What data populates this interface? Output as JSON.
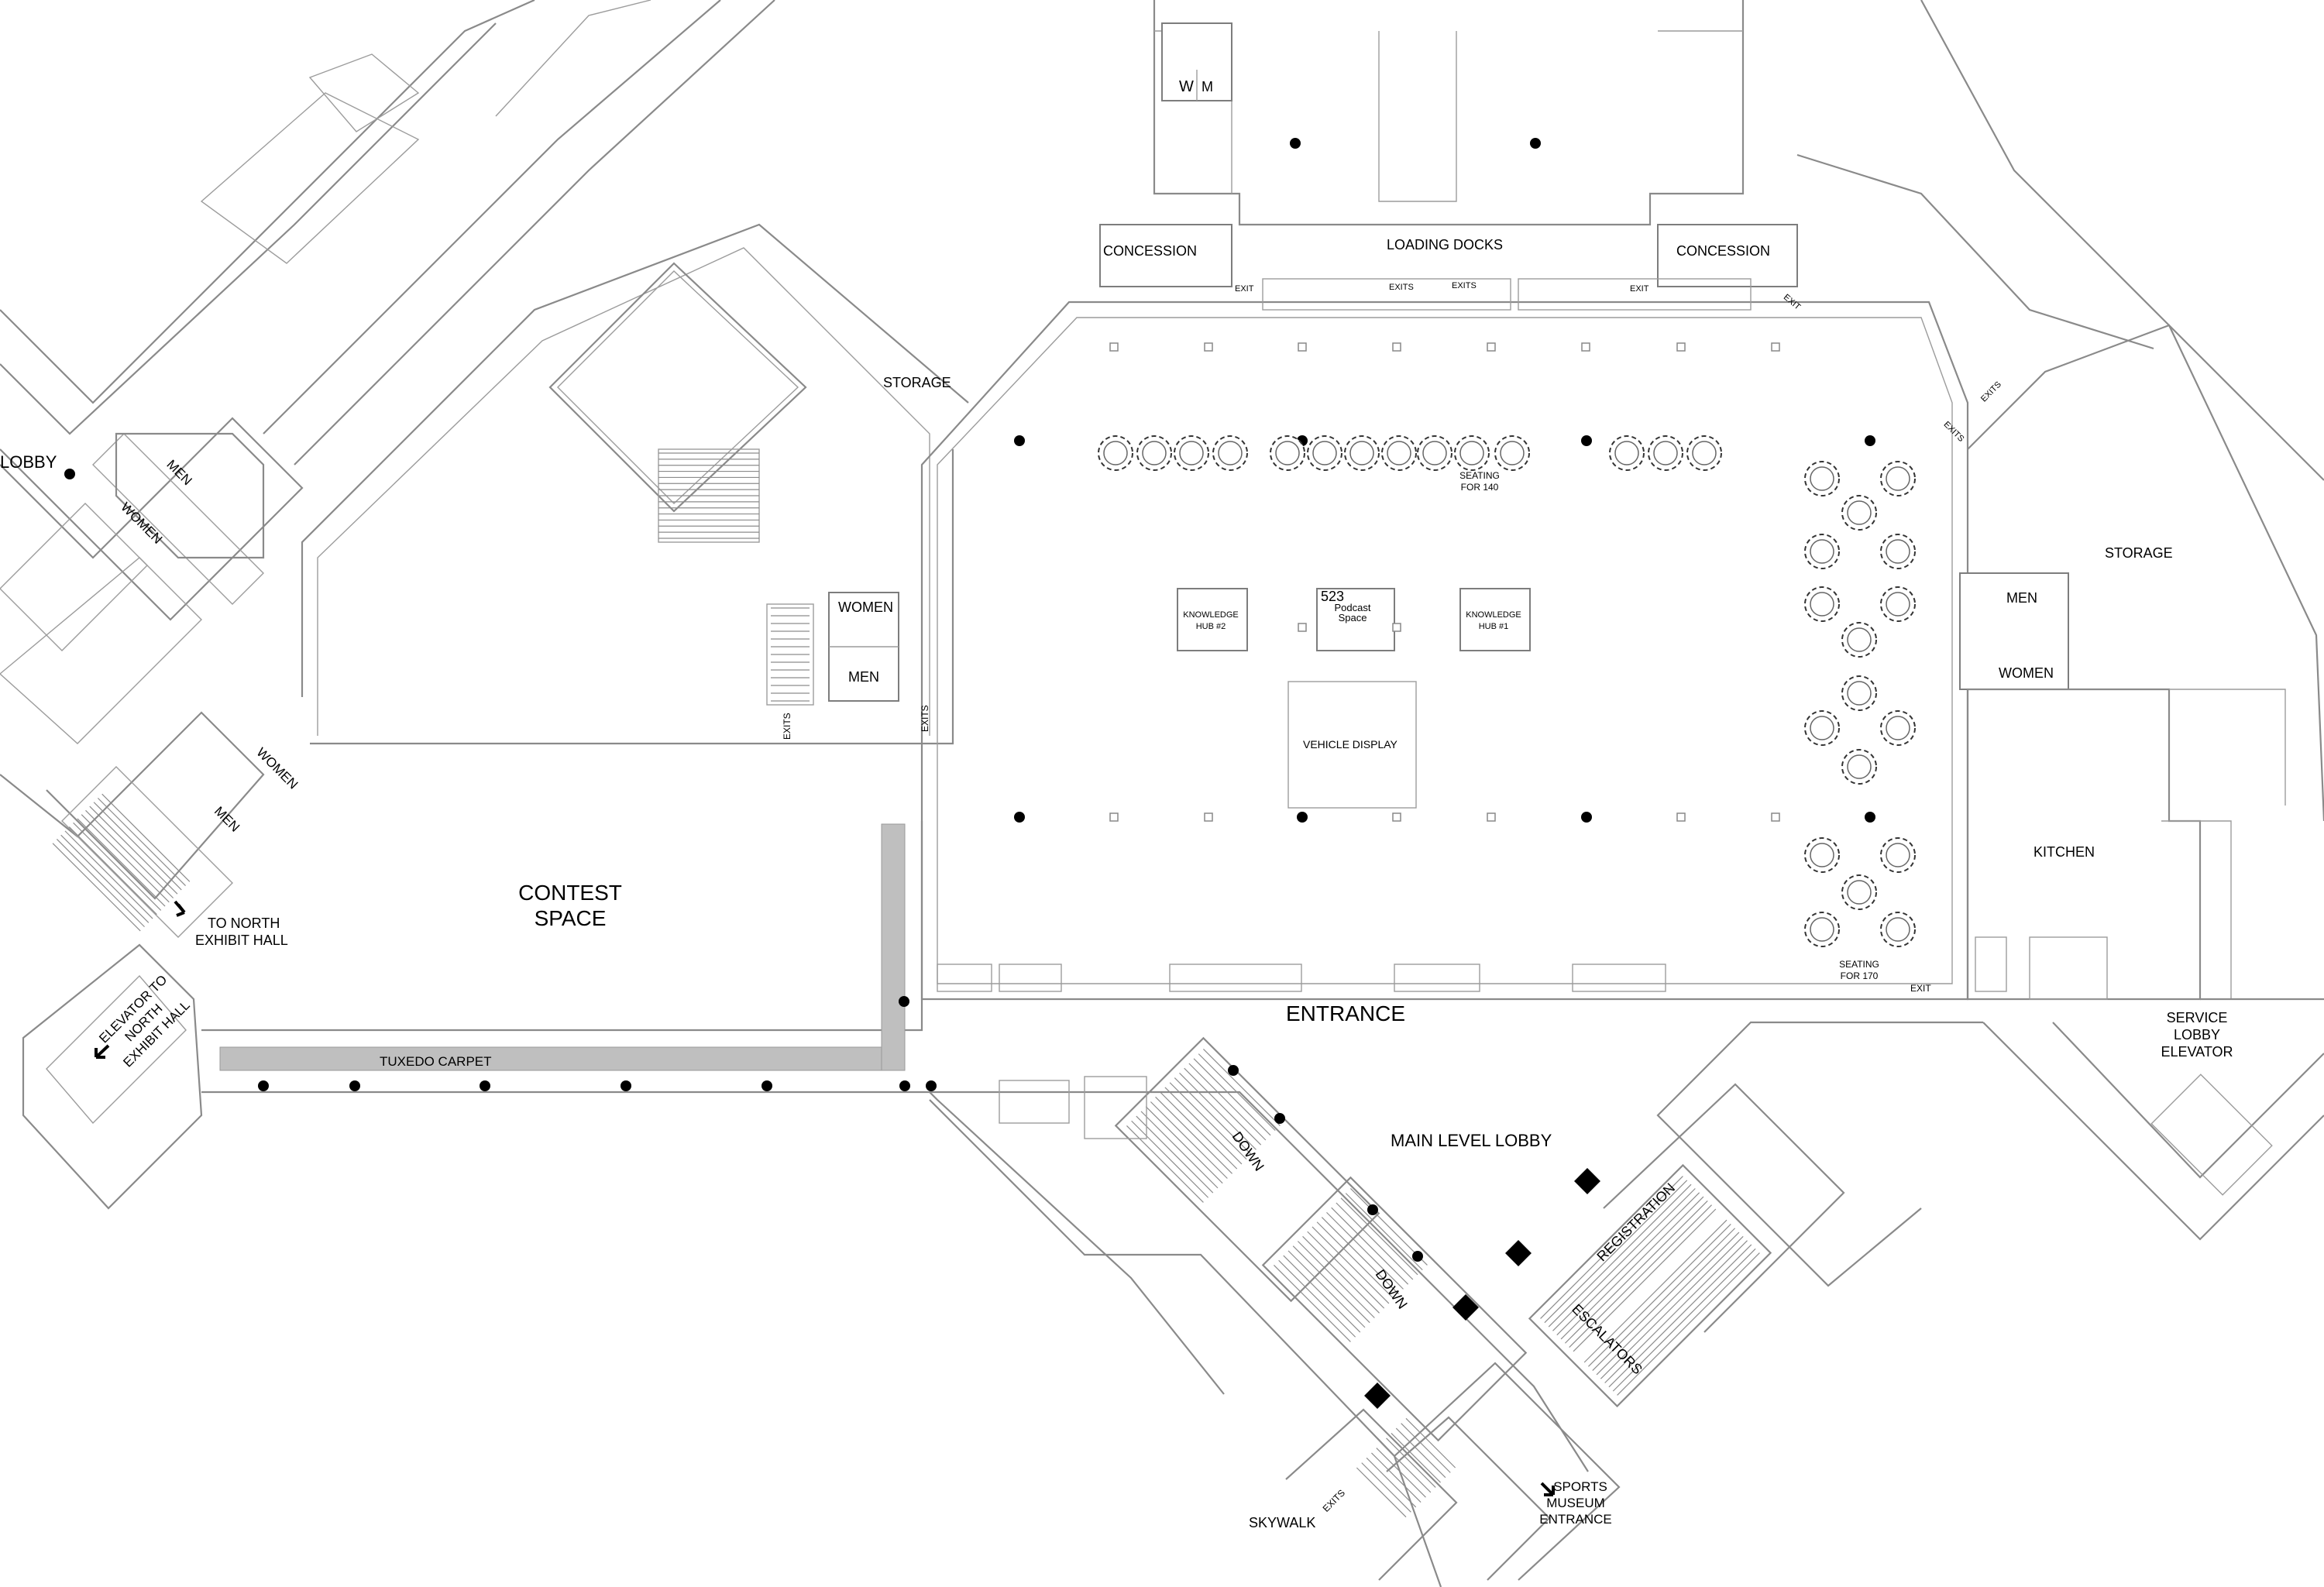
{
  "labels": {
    "lobby": "LOBBY",
    "men_nw": "MEN",
    "women_nw": "WOMEN",
    "women_w": "WOMEN",
    "men_w": "MEN",
    "to_north_exhibit": "TO NORTH\nEXHIBIT HALL",
    "elevator_north": "ELEVATOR TO\nNORTH\nEXHIBIT HALL",
    "contest_space": "CONTEST\nSPACE",
    "tuxedo_carpet": "TUXEDO CARPET",
    "storage_left": "STORAGE",
    "women_center": "WOMEN",
    "men_center": "MEN",
    "exits_left1": "EXITS",
    "exits_left2": "EXITS",
    "restroom_w": "W",
    "restroom_m": "M",
    "concession_left": "CONCESSION",
    "concession_right": "CONCESSION",
    "loading_docks": "LOADING DOCKS",
    "exit_top1": "EXIT",
    "exits_top2": "EXITS",
    "exits_top3": "EXITS",
    "exit_top4": "EXIT",
    "exit_top5": "EXIT",
    "exits_right": "EXITS",
    "exits_right2": "EXITS",
    "seating_140": "SEATING\nFOR 140",
    "knowledge_hub_2": "KNOWLEDGE\nHUB #2",
    "podcast_num": "523",
    "podcast_label": "Podcast\nSpace",
    "knowledge_hub_1": "KNOWLEDGE\nHUB #1",
    "vehicle_display": "VEHICLE DISPLAY",
    "storage_right": "STORAGE",
    "men_right": "MEN",
    "women_right": "WOMEN",
    "kitchen": "KITCHEN",
    "seating_170": "SEATING\nFOR 170",
    "exit_bottom": "EXIT",
    "entrance": "ENTRANCE",
    "service_elevator": "SERVICE\nLOBBY\nELEVATOR",
    "main_level_lobby": "MAIN LEVEL LOBBY",
    "down1": "DOWN",
    "down2": "DOWN",
    "registration": "REGISTRATION",
    "escalators": "ESCALATORS",
    "sports_museum": "SPORTS\nMUSEUM\nENTRANCE",
    "skywalk": "SKYWALK",
    "exits_skywalk": "EXITS"
  },
  "icons": {
    "arrow": "arrow-icon",
    "column": "column-dot-icon",
    "table": "round-table-icon",
    "kiosk": "registration-kiosk-icon"
  },
  "colors": {
    "wall": "#8a8a8a",
    "carpet": "#bfbfbf",
    "ink": "#000000"
  }
}
